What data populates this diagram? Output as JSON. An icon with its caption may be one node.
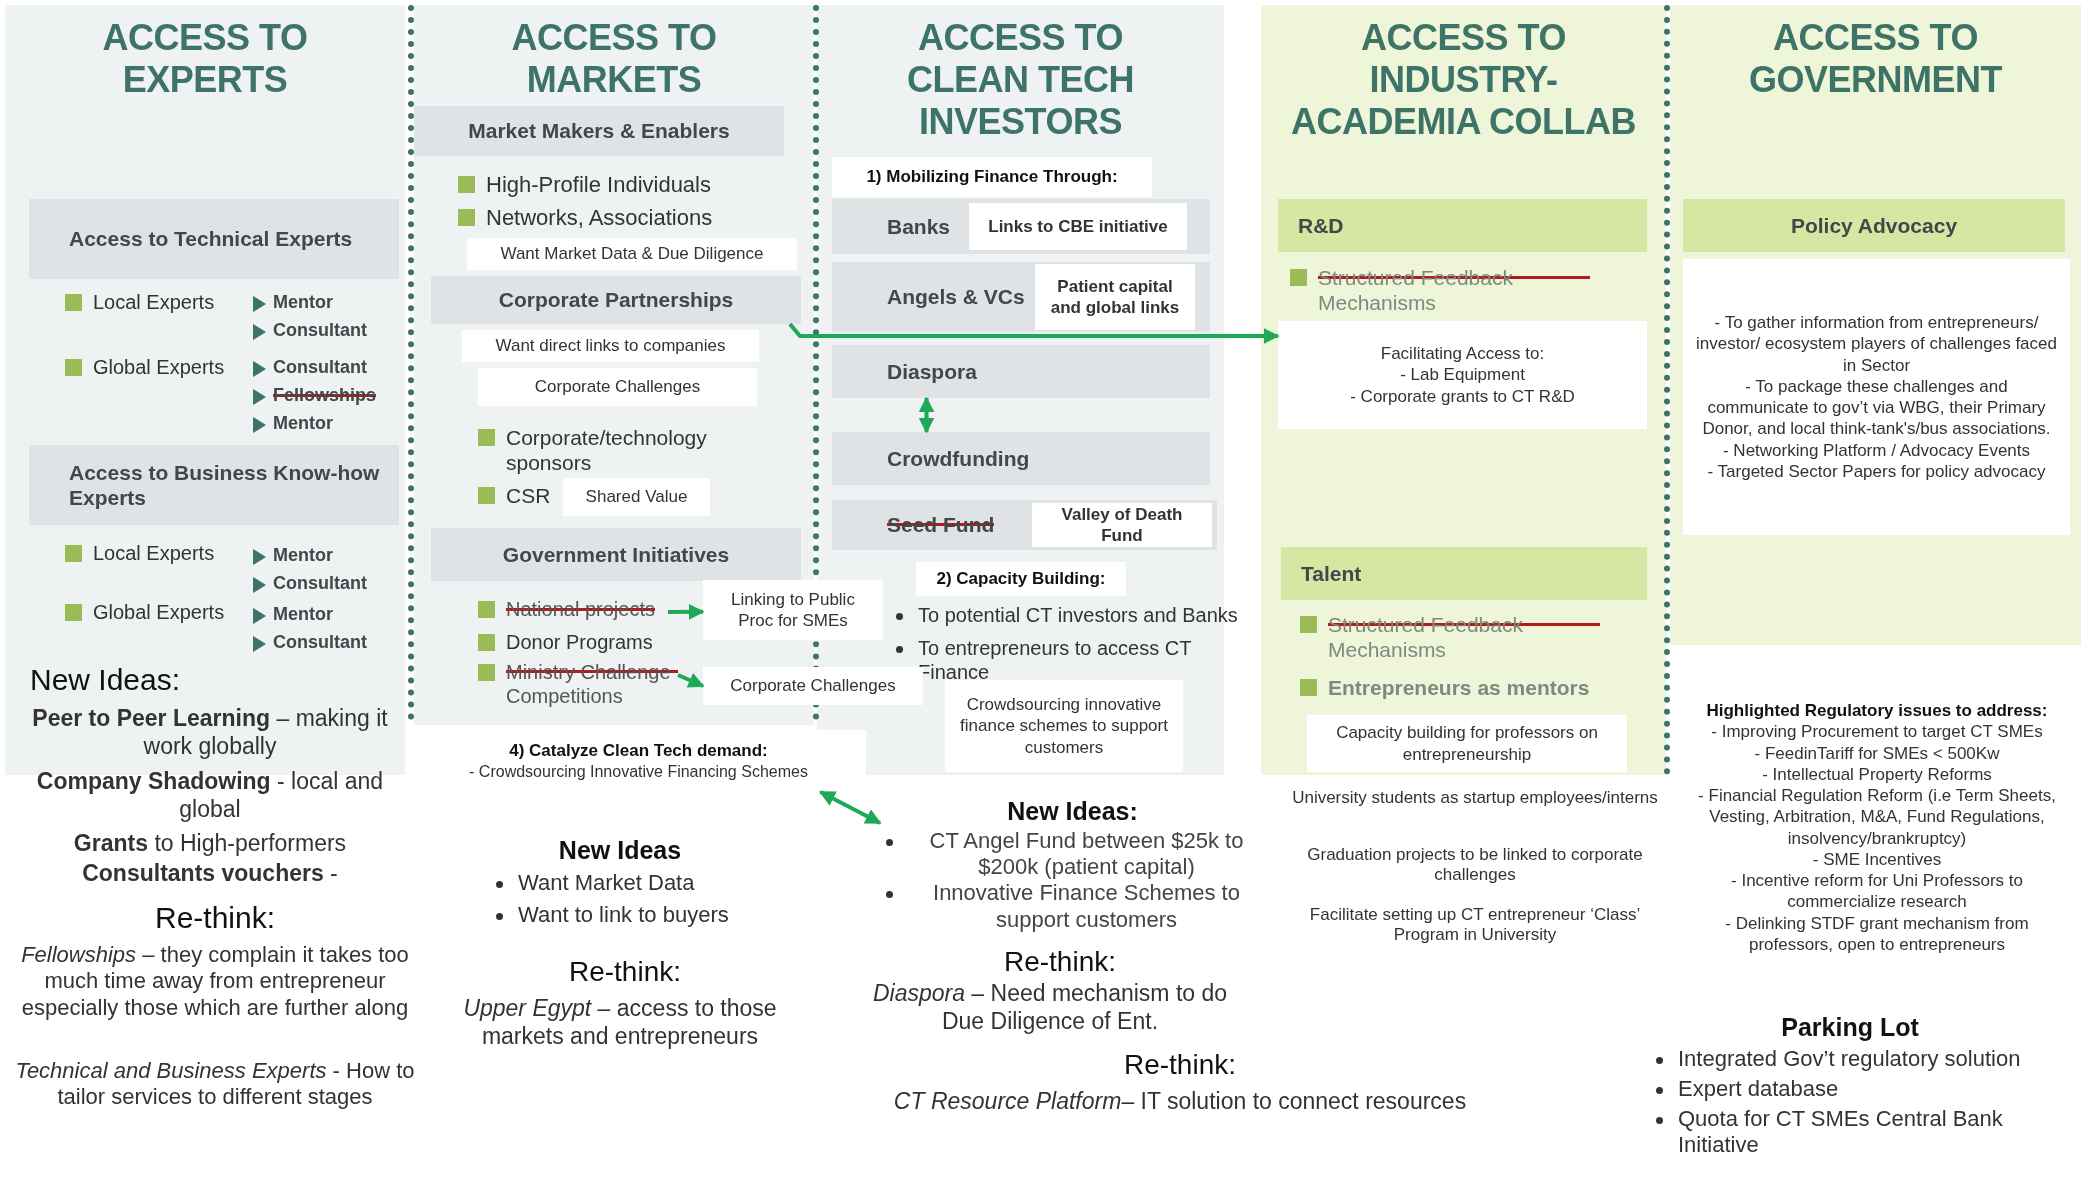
{
  "diagram": {
    "nodes": [
      {
        "text": [
          "ACCESS TO EXPERTS"
        ]
      },
      {
        "text": [
          "Access to Technical Experts"
        ],
        "in": 0
      },
      {
        "text": [
          "Access to Business Know-how Experts"
        ],
        "in": 0
      },
      {
        "text": [
          "ACCESS TO MARKETS"
        ]
      },
      {
        "text": [
          "Market Makers & Enablers"
        ],
        "in": 3
      },
      {
        "text": [
          "Want Market Data & Due Diligence"
        ],
        "in": 3
      },
      {
        "text": [
          "Corporate Partnerships"
        ],
        "in": 3
      },
      {
        "text": [
          "Want direct links to companies"
        ],
        "in": 3
      },
      {
        "text": [
          "Corporate Challenges"
        ],
        "in": 3
      },
      {
        "text": [
          "Shared Value"
        ],
        "in": 3
      },
      {
        "text": [
          "Government Initiatives"
        ],
        "in": 3
      },
      {
        "text": [
          "National projects"
        ],
        "in": 3
      },
      {
        "text": [
          "Ministry Challenge Competitions"
        ],
        "in": 3
      },
      {
        "text": [
          "Linking to Public Proc for SMEs"
        ]
      },
      {
        "text": [
          "Corporate Challenges"
        ]
      },
      {
        "text": [
          "ACCESS TO CLEAN TECH INVESTORS"
        ]
      },
      {
        "text": [
          "1) Mobilizing Finance Through:"
        ],
        "in": 15
      },
      {
        "text": [
          "Banks"
        ],
        "in": 15
      },
      {
        "text": [
          "Links to CBE initiative"
        ],
        "in": 17
      },
      {
        "text": [
          "Angels & VCs"
        ],
        "in": 15
      },
      {
        "text": [
          "Patient capital and global links"
        ],
        "in": 19
      },
      {
        "text": [
          "Diaspora"
        ],
        "in": 15
      },
      {
        "text": [
          "Crowdfunding"
        ],
        "in": 15
      },
      {
        "text": [
          "Seed Fund"
        ],
        "in": 15
      },
      {
        "text": [
          "Valley of Death Fund"
        ],
        "in": 23
      },
      {
        "text": [
          "2) Capacity Building:"
        ],
        "in": 15
      },
      {
        "text": [
          "Crowdsourcing innovative finance schemes to support customers"
        ],
        "in": 15
      },
      {
        "text": [
          "4) Catalyze Clean Tech demand:",
          "- Crowdsourcing Innovative Financing Schemes"
        ]
      },
      {
        "text": [
          "New Ideas:",
          "CT Angel Fund between $25k to $200k (patient capital)",
          "Innovative Finance Schemes to support customers"
        ]
      },
      {
        "text": [
          "ACCESS TO INDUSTRY- ACADEMIA COLLAB"
        ]
      },
      {
        "text": [
          "R&D"
        ],
        "in": 29
      },
      {
        "text": [
          "Facilitating Access to:",
          "- Lab Equipment",
          "- Corporate grants to CT R&D"
        ],
        "in": 29
      },
      {
        "text": [
          "Talent"
        ],
        "in": 29
      },
      {
        "text": [
          "Capacity building for professors on entrepreneurship"
        ],
        "in": 29
      },
      {
        "text": [
          "ACCESS TO GOVERNMENT"
        ]
      },
      {
        "text": [
          "Policy Advocacy"
        ],
        "in": 34
      },
      {
        "text": [
          "- To gather information from entrepreneurs/ investor/ ecosystem players of challenges faced in Sector",
          "- To package these challenges and communicate to gov’t via WBG, their Primary Donor, and local think-tank's/bus associations.",
          "- Networking Platform / Advocacy Events",
          "- Targeted Sector Papers for policy advocacy"
        ],
        "in": 34
      },
      {
        "text": [
          "Highlighted Regulatory issues to address:",
          "- Improving Procurement to target CT SMEs",
          "- FeedinTariff for SMEs < 500Kw",
          "- Intellectual Property Reforms",
          "- Financial Regulation Reform (i.e Term Sheets, Vesting, Arbitration, M&A, Fund Regulations, insolvency/brankruptcy)",
          "- SME Incentives",
          "- Incentive reform for Uni Professors to commercialize research",
          "- Delinking STDF grant mechanism from professors, open to entrepreneurs"
        ]
      }
    ],
    "edges": [
      {
        "from": 6,
        "to": 31,
        "arrow": "to"
      },
      {
        "from": 21,
        "to": 22,
        "arrow": "both"
      },
      {
        "from": 11,
        "to": 13,
        "arrow": "to"
      },
      {
        "from": 12,
        "to": 14,
        "arrow": "to"
      },
      {
        "from": 27,
        "to": 28,
        "arrow": "both"
      }
    ],
    "labels": [
      "Local Experts",
      "Mentor",
      "Consultant",
      "Global Experts",
      "Consultant",
      "Fellowships",
      "Mentor",
      "Local Experts",
      "Mentor",
      "Consultant",
      "Global Experts",
      "Mentor",
      "Consultant",
      "New Ideas:",
      "**Peer to Peer Learning** – making it work globally",
      "**Company Shadowing** - local and global",
      "**Grants** to High-performers",
      "**Consultants vouchers** -",
      "Re-think:",
      "*Fellowships* – they complain it takes too much time away from entrepreneur especially those which are further along",
      "*Technical and Business Experts* - How to tailor services to different stages",
      "High-Profile Individuals",
      "Networks, Associations",
      "Corporate/technology sponsors",
      "CSR",
      "Donor Programs",
      "New Ideas",
      "Want Market Data",
      "Want to link to buyers",
      "Re-think:",
      "*Upper Egypt* – access to those markets and entrepreneurs",
      "To potential CT investors and Banks",
      "To entrepreneurs to access CT Finance",
      "Re-think:",
      "*Diaspora* – Need mechanism to do Due Diligence of Ent.",
      "Re-think:",
      "*CT Resource Platform*– IT solution to connect resources",
      "Structured Feedback Mechanisms",
      "Structured Feedback Mechanisms",
      "Entrepreneurs as mentors",
      "University students as startup employees/interns",
      "Graduation projects to be linked to corporate challenges",
      "Facilitate setting up CT entrepreneur ‘Class’ Program in University",
      "Parking Lot",
      "Integrated Gov’t regulatory solution",
      "Expert database",
      "Quota for CT SMEs Central Bank Initiative"
    ]
  }
}
